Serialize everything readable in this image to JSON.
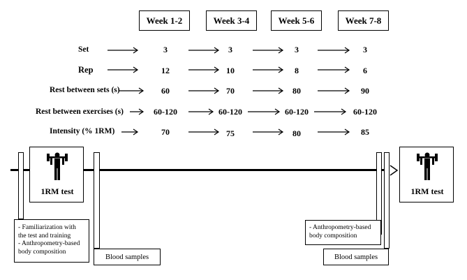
{
  "weeks": [
    "Week 1-2",
    "Week 3-4",
    "Week 5-6",
    "Week 7-8"
  ],
  "rows": [
    {
      "label": "Set",
      "values": [
        "3",
        "3",
        "3",
        "3"
      ]
    },
    {
      "label": "Rep",
      "values": [
        "12",
        "10",
        "8",
        "6"
      ]
    },
    {
      "label": "Rest between sets (s)",
      "values": [
        "60",
        "70",
        "80",
        "90"
      ]
    },
    {
      "label": "Rest between exercises (s)",
      "values": [
        "60-120",
        "60-120",
        "60-120",
        "60-120"
      ]
    },
    {
      "label": "Intensity (% 1RM)",
      "values": [
        "70",
        "75",
        "80",
        "85"
      ]
    }
  ],
  "test_left": {
    "label": "1RM test",
    "icon": "weightlifter-icon"
  },
  "test_right": {
    "label": "1RM test",
    "icon": "weightlifter-icon"
  },
  "note_left": {
    "line1": "- Familiarization with",
    "line2": "the test and training",
    "line3": "- Anthropometry-based",
    "line4": "body composition"
  },
  "note_right": {
    "line1": "- Anthropometry-based",
    "line2": "body composition"
  },
  "blood_left": "Blood samples",
  "blood_right": "Blood samples"
}
